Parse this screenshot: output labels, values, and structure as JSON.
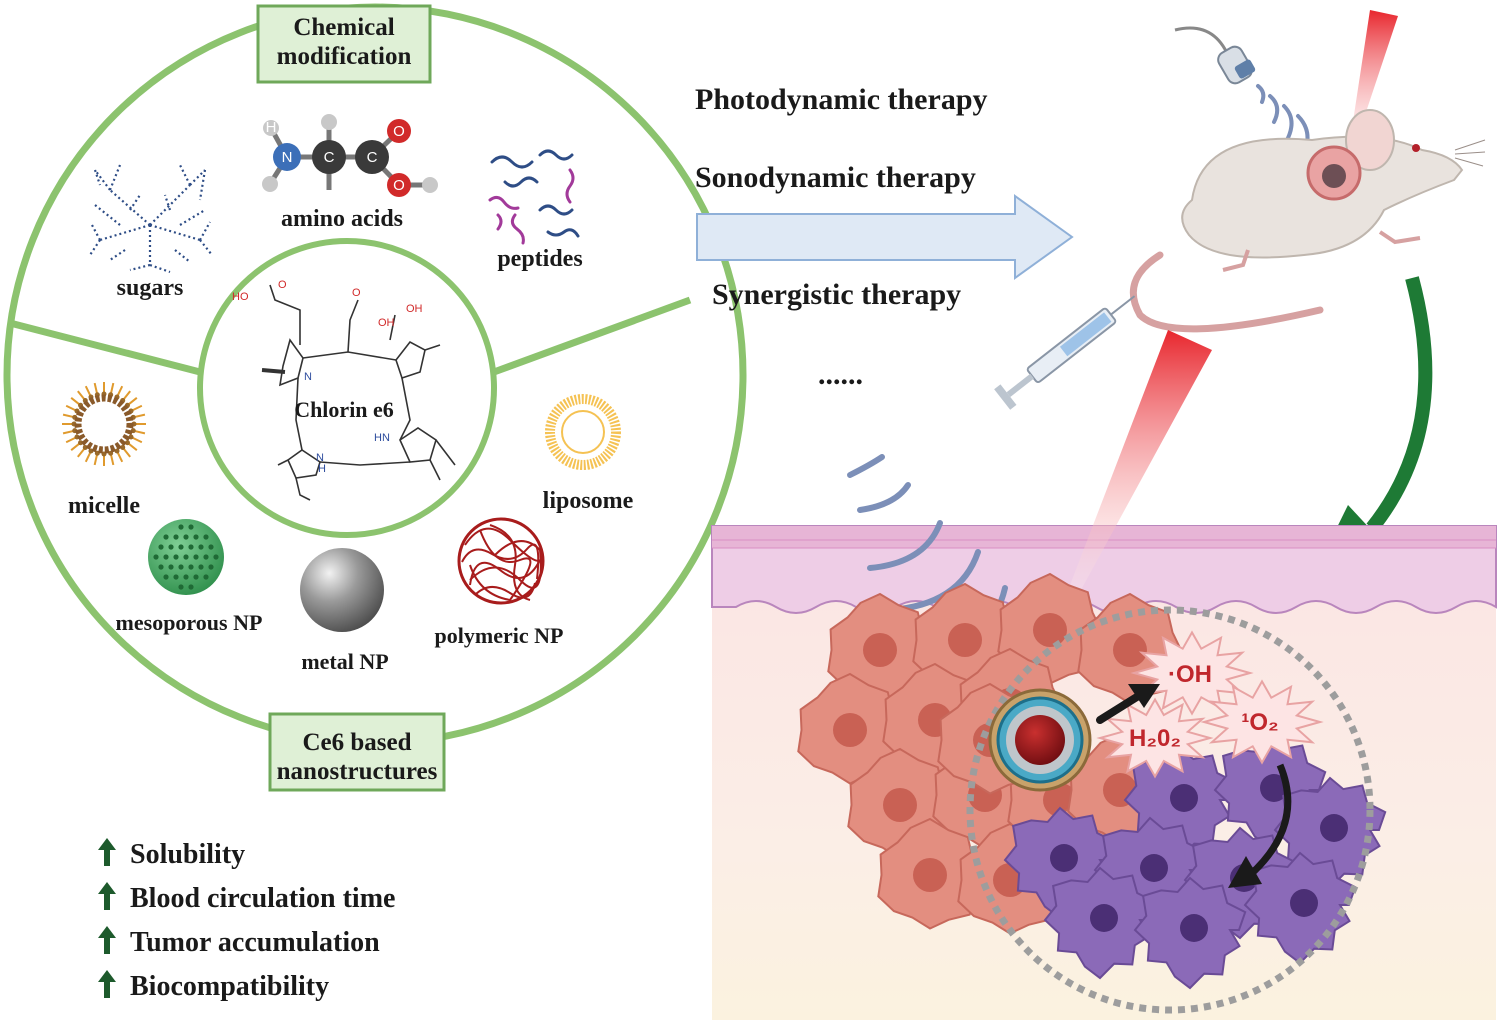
{
  "left_panel": {
    "top_box": [
      "Chemical",
      "modification"
    ],
    "bottom_box": [
      "Ce6 based",
      "nanostructures"
    ],
    "center_label": "Chlorin e6",
    "modifications": [
      "sugars",
      "amino acids",
      "peptides"
    ],
    "nanostructures": [
      "micelle",
      "liposome",
      "mesoporous NP",
      "metal NP",
      "polymeric NP"
    ],
    "amino_acid_atoms": [
      "N",
      "C",
      "C",
      "O",
      "O",
      "H"
    ],
    "ce6_atom_labels": [
      "HO",
      "O",
      "O",
      "OH",
      "OH",
      "N",
      "N",
      "HN",
      "H"
    ]
  },
  "therapies": [
    "Photodynamic therapy",
    "Sonodynamic therapy",
    "Synergistic therapy",
    "......"
  ],
  "benefits": [
    "Solubility",
    "Blood circulation time",
    "Tumor accumulation",
    "Biocompatibility"
  ],
  "ros": {
    "oh": "·OH",
    "h2o2": "H₂0₂",
    "singlet_oxygen": "¹O₂"
  },
  "colors": {
    "circle_green": "#8cc36e",
    "box_fill": "#dff0d6",
    "arrow_blue": "#dfe9f5",
    "benefit_arrow": "#1d5a2c",
    "curve_arrow": "#1e7a35",
    "laser_red": "#e8262d",
    "tumor_cell": "#e38e80",
    "dead_cell": "#8b6ab8"
  }
}
